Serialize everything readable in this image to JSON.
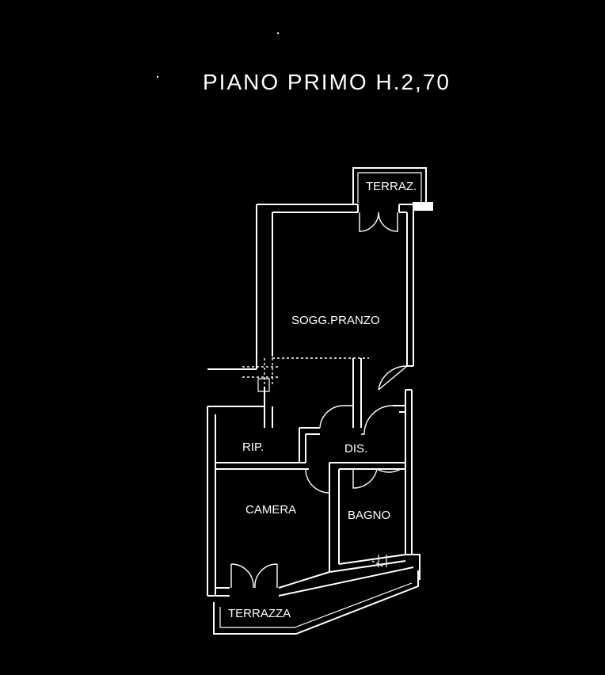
{
  "title": "PIANO PRIMO H.2,70",
  "rooms": {
    "terrazzino": "TERRAZ.",
    "soggiorno_pranzo": "SOGG.PRANZO",
    "ripostiglio": "RIP.",
    "disimpegno": "DIS.",
    "camera": "CAMERA",
    "bagno": "BAGNO",
    "terrazza": "TERRAZZA"
  }
}
